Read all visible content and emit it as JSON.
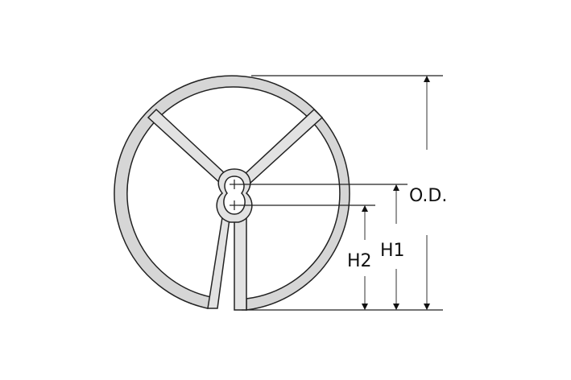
{
  "diagram": {
    "labels": {
      "od": "O.D.",
      "h1": "H1",
      "h2": "H2"
    },
    "colors": {
      "fill": "#d6d6d6",
      "stroke": "#222222",
      "dim_line": "#222222"
    }
  }
}
